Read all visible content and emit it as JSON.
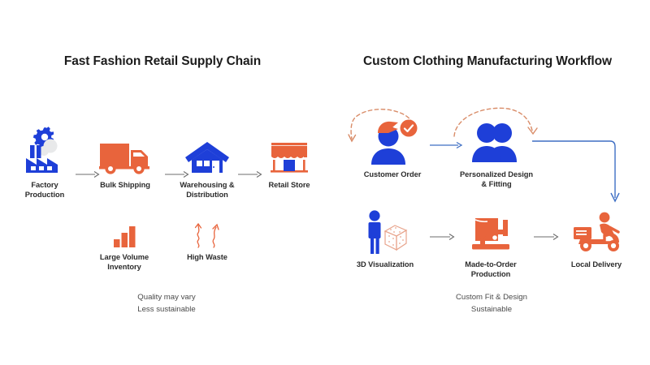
{
  "colors": {
    "blue": "#1e3fd8",
    "blue_light": "#2f6ee0",
    "orange": "#e8643c",
    "orange_soft": "#ea6a43",
    "smoke": "#e8e9ea",
    "arrow_gray": "#6d6d6d",
    "connector_blue": "#3f6fc4",
    "text_dark": "#1c1c1c",
    "text_body": "#4a4a4a",
    "background": "#ffffff"
  },
  "left_panel": {
    "title": "Fast Fashion Retail Supply Chain",
    "flow": [
      {
        "label_line1": "Factory",
        "label_line2": "Production",
        "icon": "factory-icon"
      },
      {
        "label_line1": "Bulk Shipping",
        "label_line2": "",
        "icon": "delivery-truck-icon"
      },
      {
        "label_line1": "Warehousing &",
        "label_line2": "Distribution",
        "icon": "warehouse-icon"
      },
      {
        "label_line1": "Retail Store",
        "label_line2": "",
        "icon": "storefront-icon"
      }
    ],
    "attributes": [
      {
        "label_line1": "Large Volume",
        "label_line2": "Inventory",
        "icon": "bar-chart-icon"
      },
      {
        "label_line1": "High Waste",
        "label_line2": "",
        "icon": "squiggly-up-arrows-icon"
      }
    ],
    "footnotes": [
      "Quality may vary",
      "Less sustainable"
    ]
  },
  "right_panel": {
    "title": "Custom Clothing Manufacturing Workflow",
    "flow_top": [
      {
        "label_line1": "Customer Order",
        "label_line2": "",
        "icon": "customer-check-icon"
      },
      {
        "label_line1": "Personalized Design",
        "label_line2": "& Fitting",
        "icon": "two-people-icon"
      }
    ],
    "flow_bottom": [
      {
        "label_line1": "3D Visualization",
        "label_line2": "",
        "icon": "person-3d-cube-icon"
      },
      {
        "label_line1": "Made-to-Order",
        "label_line2": "Production",
        "icon": "sewing-machine-icon"
      },
      {
        "label_line1": "Local Delivery",
        "label_line2": "",
        "icon": "delivery-scooter-icon"
      }
    ],
    "footnotes": [
      "Custom Fit & Design",
      "Sustainable"
    ]
  }
}
